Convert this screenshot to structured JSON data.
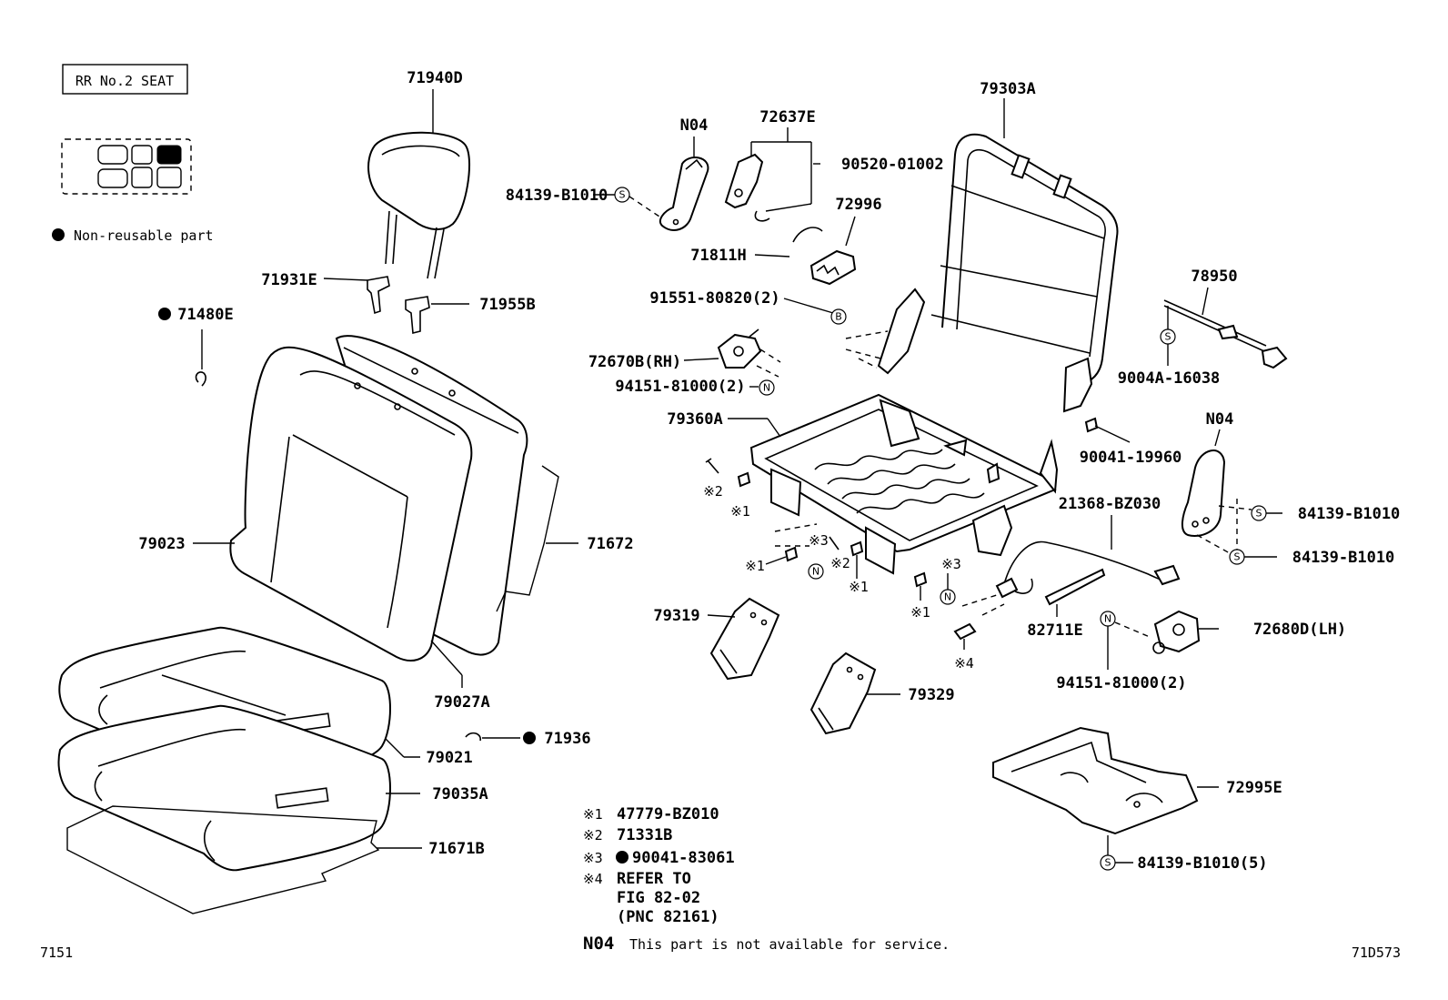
{
  "title_box": "RR No.2 SEAT",
  "legend": {
    "text": "Non-reusable part"
  },
  "footer": {
    "left_code": "7151",
    "right_code": "71D573",
    "n04_code": "N04",
    "n04_text": "This part is not available for service."
  },
  "notes": [
    {
      "mark": "※1",
      "text": "47779-BZ010"
    },
    {
      "mark": "※2",
      "text": "71331B"
    },
    {
      "mark": "※3",
      "text": "90041-83061"
    },
    {
      "mark": "※4",
      "text": "REFER TO"
    },
    {
      "mark": "",
      "text": "FIG 82-02"
    },
    {
      "mark": "",
      "text": "(PNC 82161)"
    }
  ],
  "symbols": {
    "s": "S",
    "n": "N",
    "b": "B"
  },
  "callouts": {
    "p71940D": "71940D",
    "p71931E": "71931E",
    "p71955B": "71955B",
    "p71480E": "71480E",
    "p79023": "79023",
    "p71672": "71672",
    "p79027A": "79027A",
    "p79021": "79021",
    "p71936": "71936",
    "p79035A": "79035A",
    "p71671B": "71671B",
    "pN04a": "N04",
    "p72637E": "72637E",
    "p90520": "90520-01002",
    "p84139a": "84139-B1010",
    "p72996": "72996",
    "p71811H": "71811H",
    "p91551": "91551-80820(2)",
    "p72670B": "72670B(RH)",
    "p94151a": "94151-81000(2)",
    "p79360A": "79360A",
    "p79303A": "79303A",
    "p78950": "78950",
    "p9004A": "9004A-16038",
    "p90041": "90041-19960",
    "pN04b": "N04",
    "p84139b": "84139-B1010",
    "p84139c": "84139-B1010",
    "p21368": "21368-BZ030",
    "p82711E": "82711E",
    "p72680D": "72680D(LH)",
    "p94151b": "94151-81000(2)",
    "p79319": "79319",
    "p79329": "79329",
    "p72995E": "72995E",
    "p84139d": "84139-B1010(5)",
    "m1a": "※1",
    "m1b": "※1",
    "m1c": "※1",
    "m1d": "※1",
    "m2a": "※2",
    "m2b": "※2",
    "m3a": "※3",
    "m3b": "※3",
    "m4a": "※4"
  }
}
